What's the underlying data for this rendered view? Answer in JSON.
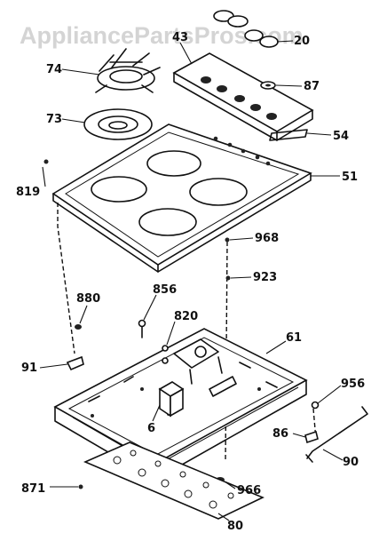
{
  "watermark": "AppliancePartsPros.com",
  "callouts": {
    "c74": "74",
    "c73": "73",
    "c43": "43",
    "c20": "20",
    "c87": "87",
    "c54": "54",
    "c51": "51",
    "c819": "819",
    "c968": "968",
    "c923": "923",
    "c880": "880",
    "c856": "856",
    "c820": "820",
    "c61": "61",
    "c91": "91",
    "c6": "6",
    "c956": "956",
    "c86": "86",
    "c90": "90",
    "c871": "871",
    "c966": "966",
    "c80": "80"
  }
}
